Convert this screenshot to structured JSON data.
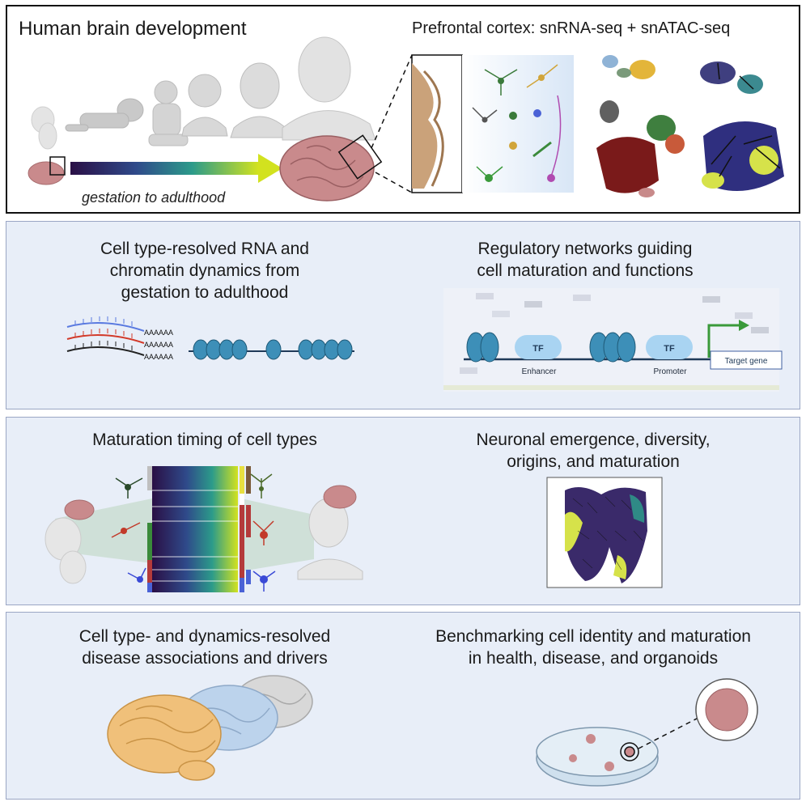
{
  "top": {
    "title": "Human brain development",
    "right_title": "Prefrontal cortex: snRNA-seq + snATAC-seq",
    "arrow_label": "gestation to adulthood"
  },
  "panel2": {
    "left_title_lines": [
      "Cell type-resolved RNA and",
      "chromatin dynamics from",
      "gestation to adulthood"
    ],
    "right_title_lines": [
      "Regulatory networks guiding",
      "cell maturation and functions"
    ],
    "rna_tail": "AAAAAA",
    "tf_label": "TF",
    "enhancer_label": "Enhancer",
    "promoter_label": "Promoter",
    "target_gene_label": "Target gene"
  },
  "panel3": {
    "left_title": "Maturation timing of cell types",
    "right_title_lines": [
      "Neuronal emergence, diversity,",
      "origins, and maturation"
    ]
  },
  "panel4": {
    "left_title_lines": [
      "Cell type- and dynamics-resolved",
      "disease associations and drivers"
    ],
    "right_title_lines": [
      "Benchmarking cell identity and maturation",
      "in health, disease, and organoids"
    ]
  },
  "colors": {
    "brain_pink": "#c98a8c",
    "gradient_start": "#2a0f45",
    "gradient_end": "#d2e21f",
    "panel_bg": "#e8eef8",
    "tf_blue": "#a9d4f2",
    "nucleosome": "#3d8fb8",
    "promoter_arrow": "#3a9a3a"
  }
}
